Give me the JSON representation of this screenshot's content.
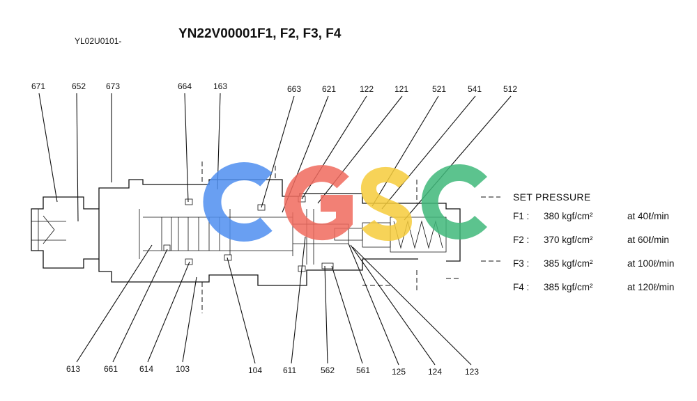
{
  "header": {
    "code": "YL02U0101-",
    "title": "YN22V00001F1, F2, F3, F4"
  },
  "parts_top": [
    "671",
    "652",
    "673",
    "664",
    "163",
    "663",
    "621",
    "122",
    "121",
    "521",
    "541",
    "512"
  ],
  "parts_bottom": [
    "613",
    "661",
    "614",
    "103",
    "104",
    "611",
    "562",
    "561",
    "125",
    "124",
    "123"
  ],
  "set_pressure": {
    "title": "SET PRESSURE",
    "rows": [
      {
        "label": "F1 :",
        "pressure": "380 kgf/cm²",
        "flow": "at 40ℓ/min"
      },
      {
        "label": "F2 :",
        "pressure": "370 kgf/cm²",
        "flow": "at 60ℓ/min"
      },
      {
        "label": "F3 :",
        "pressure": "385 kgf/cm²",
        "flow": "at 100ℓ/min"
      },
      {
        "label": "F4 :",
        "pressure": "385 kgf/cm²",
        "flow": "at 120ℓ/min"
      }
    ]
  },
  "watermark": {
    "letters": [
      "C",
      "G",
      "S",
      "C"
    ],
    "colors": [
      "#4f8ff0",
      "#f06a5e",
      "#f6cc3c",
      "#3fb87a"
    ]
  }
}
